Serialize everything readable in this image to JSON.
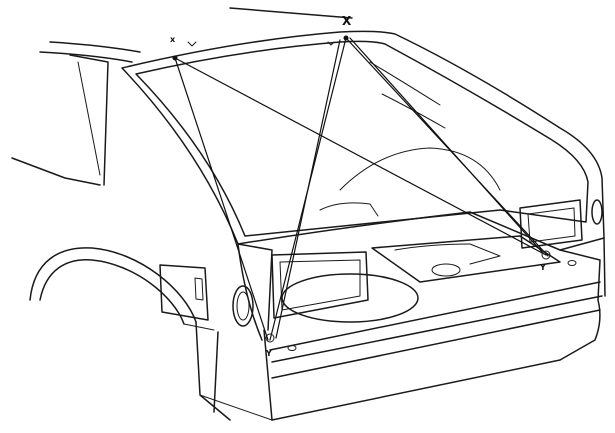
{
  "labels": {
    "x_left": "x",
    "x_top": "X",
    "y_left": "Y",
    "y_right": "Y"
  }
}
